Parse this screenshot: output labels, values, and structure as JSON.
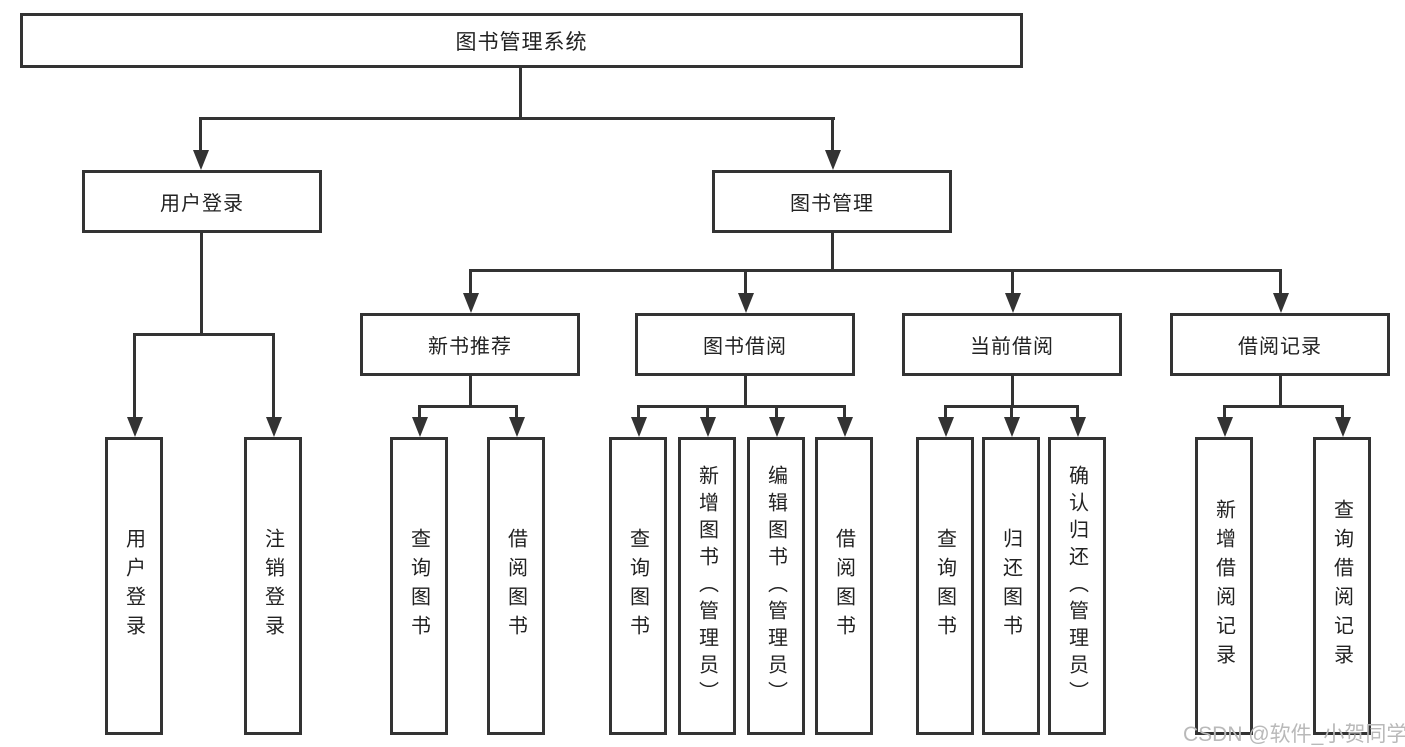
{
  "diagram": {
    "title": "图书管理系统",
    "root": {
      "label": "图书管理系统"
    },
    "branches": [
      {
        "label": "用户登录",
        "children": [
          {
            "label": "用户登录"
          },
          {
            "label": "注销登录"
          }
        ]
      },
      {
        "label": "图书管理",
        "children": [
          {
            "label": "新书推荐",
            "children": [
              {
                "label": "查询图书"
              },
              {
                "label": "借阅图书"
              }
            ]
          },
          {
            "label": "图书借阅",
            "children": [
              {
                "label": "查询图书"
              },
              {
                "label": "新增图书（管理员）"
              },
              {
                "label": "编辑图书（管理员）"
              },
              {
                "label": "借阅图书"
              }
            ]
          },
          {
            "label": "当前借阅",
            "children": [
              {
                "label": "查询图书"
              },
              {
                "label": "归还图书"
              },
              {
                "label": "确认归还（管理员）"
              }
            ]
          },
          {
            "label": "借阅记录",
            "children": [
              {
                "label": "新增借阅记录"
              },
              {
                "label": "查询借阅记录"
              }
            ]
          }
        ]
      }
    ]
  },
  "watermark": {
    "text": "CSDN @软件_小贺同学"
  },
  "colors": {
    "line": "#333333",
    "text": "#222222",
    "watermark": "#b9b9b9",
    "background": "#ffffff"
  }
}
